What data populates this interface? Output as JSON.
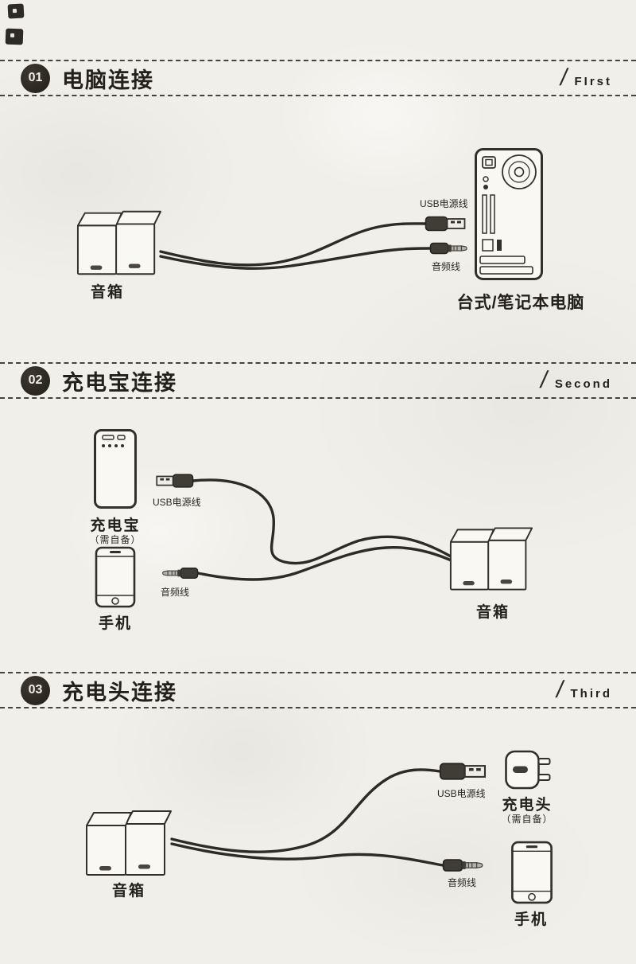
{
  "page": {
    "background": "#f1efe9",
    "ink": "#2e2b27"
  },
  "sections": [
    {
      "number": "01",
      "title": "电脑连接",
      "slash": "/",
      "english": "FIrst",
      "items": {
        "speaker": "音箱",
        "usb_cable": "USB电源线",
        "audio_cable": "音频线",
        "computer": "台式/笔记本电脑"
      }
    },
    {
      "number": "02",
      "title": "充电宝连接",
      "slash": "/",
      "english": "Second",
      "items": {
        "power_bank": "充电宝",
        "power_bank_note": "（需自备）",
        "usb_cable": "USB电源线",
        "phone": "手机",
        "audio_cable": "音频线",
        "speaker": "音箱"
      }
    },
    {
      "number": "03",
      "title": "充电头连接",
      "slash": "/",
      "english": "Third",
      "items": {
        "speaker": "音箱",
        "usb_cable": "USB电源线",
        "charger": "充电头",
        "charger_note": "（需自备）",
        "audio_cable": "音频线",
        "phone": "手机"
      }
    }
  ]
}
